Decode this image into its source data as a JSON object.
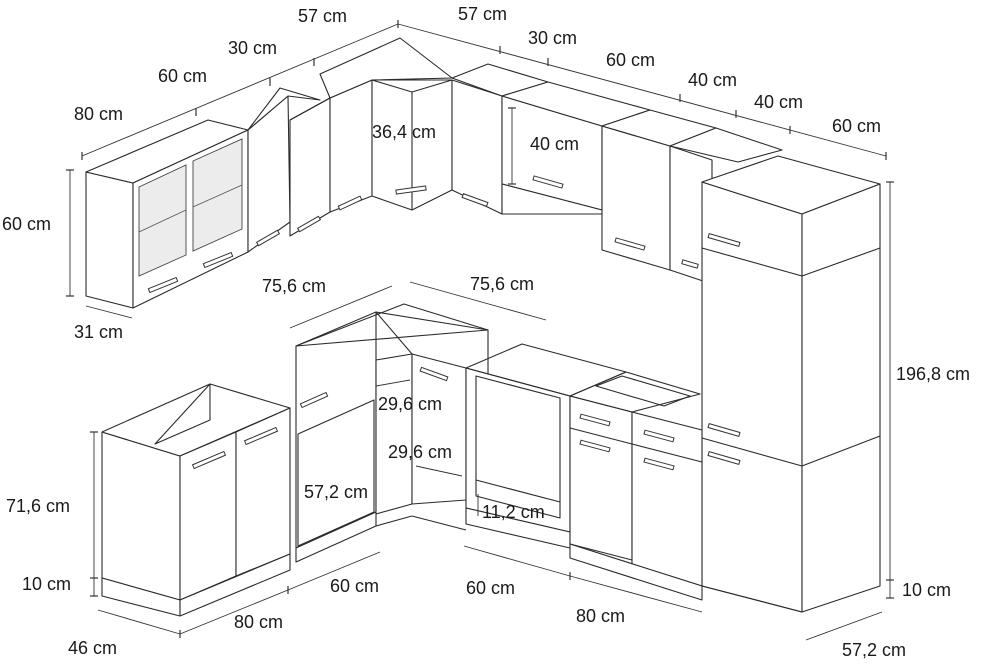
{
  "labels": {
    "top_57_left": "57 cm",
    "top_57_right": "57 cm",
    "w30_left": "30 cm",
    "w60_left": "60 cm",
    "w80_left": "80 cm",
    "w30_right": "30 cm",
    "w60_right": "60 cm",
    "w40_a": "40 cm",
    "w40_b": "40 cm",
    "w60_far": "60 cm",
    "corner_36": "36,4 cm",
    "h40": "40 cm",
    "h60": "60 cm",
    "d31": "31 cm",
    "c75_left": "75,6 cm",
    "c75_right": "75,6 cm",
    "d29_a": "29,6 cm",
    "d29_b": "29,6 cm",
    "h57": "57,2 cm",
    "h11": "11,2 cm",
    "h196": "196,8 cm",
    "h71": "71,6 cm",
    "plinth_left": "10 cm",
    "plinth_right": "10 cm",
    "d46": "46 cm",
    "w80_bottom_left": "80 cm",
    "w60_bottom_left": "60 cm",
    "w60_bottom_right": "60 cm",
    "w80_bottom_right": "80 cm",
    "d57_bottom": "57,2 cm"
  }
}
